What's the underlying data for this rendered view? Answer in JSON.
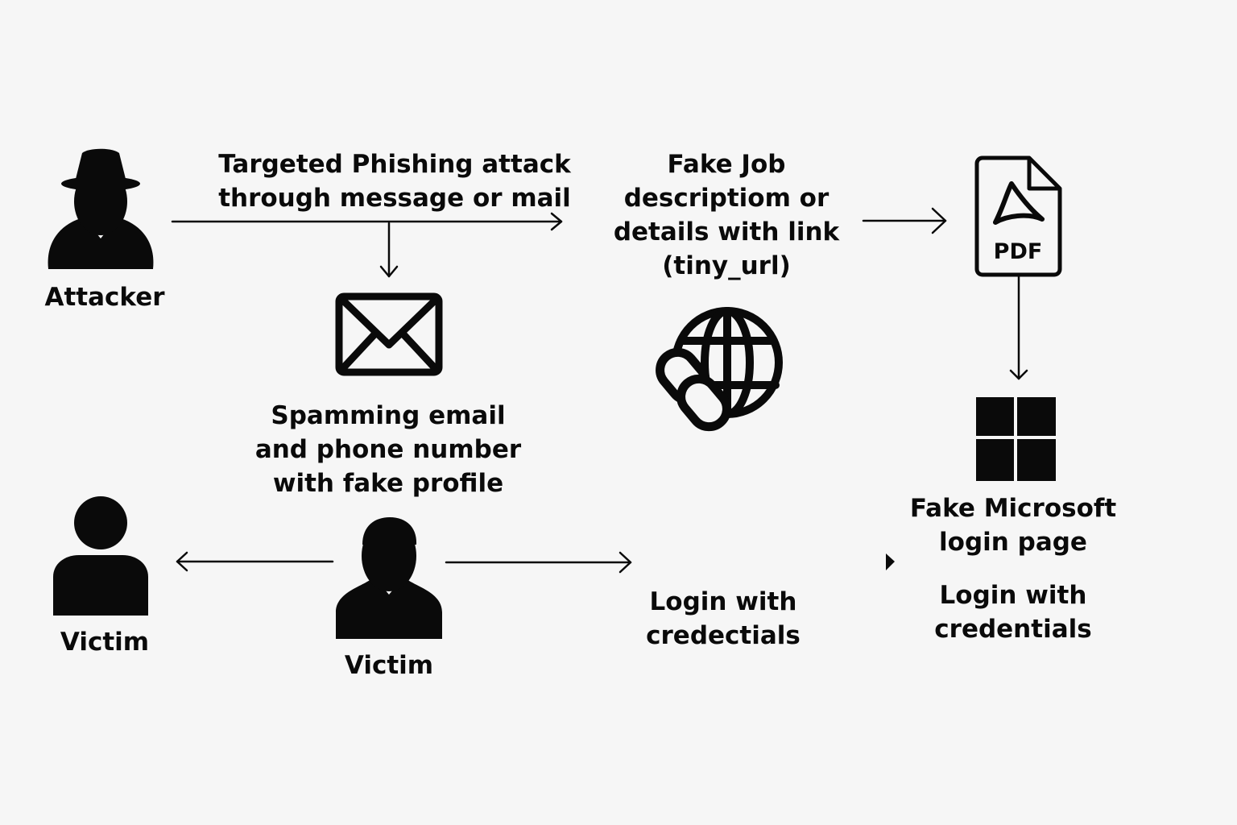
{
  "colors": {
    "background": "#f6f6f6",
    "ink": "#0a0a0a"
  },
  "nodes": {
    "attacker": {
      "label": "Attacker",
      "icon": "attacker-hat-icon"
    },
    "phishing": {
      "label": "Targeted Phishing attack\nthrough message or mail"
    },
    "fake_job": {
      "label": "Fake Job\ndescriptiom  or\ndetails with link\n(tiny_url)",
      "icon": "globe-link-icon"
    },
    "pdf": {
      "badge": "PDF",
      "icon": "pdf-document-icon"
    },
    "email": {
      "label": "Spamming email\nand phone number\nwith fake profile",
      "icon": "envelope-icon"
    },
    "microsoft": {
      "label": "Fake Microsoft\nlogin page",
      "icon": "windows-logo-icon"
    },
    "victim_left": {
      "label": "Victim",
      "icon": "person-icon"
    },
    "victim_center": {
      "label": "Victim",
      "icon": "person-icon"
    },
    "login_center": {
      "label": "Login with\ncredectials"
    },
    "login_right": {
      "label": "Login with\ncredentials"
    }
  }
}
